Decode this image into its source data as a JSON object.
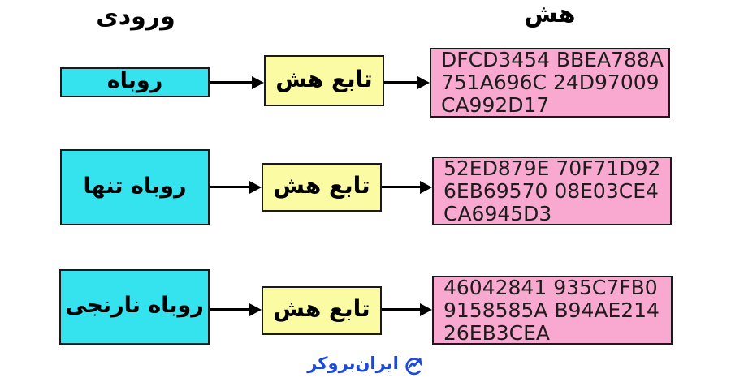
{
  "titles": {
    "input": "ورودی",
    "hash": "هش"
  },
  "rows": [
    {
      "input": "روباه",
      "function": "تابع هش",
      "hash_lines": [
        "DFCD3454 BBEA788A",
        "751A696C 24D97009",
        "CA992D17"
      ]
    },
    {
      "input": "روباه تنها",
      "function": "تابع هش",
      "hash_lines": [
        "52ED879E 70F71D92",
        "6EB69570 08E03CE4",
        "CA6945D3"
      ]
    },
    {
      "input": "روباه نارنجی",
      "function": "تابع هش",
      "hash_lines": [
        "46042841 935C7FB0",
        "9158585A B94AE214",
        "26EB3CEA"
      ]
    }
  ],
  "footer": {
    "logo_text": "ایران‌بروکر",
    "logo_icon": "trend-arrow-circle-icon"
  },
  "colors": {
    "background": "#FFFFFF",
    "input_box": "#35E3EF",
    "function_box": "#FBFBA3",
    "hash_box": "#F9A8D0",
    "box_border": "#1A1A1A",
    "arrow": "#000000",
    "text": "#000000",
    "hash_text": "#1D1D1D",
    "logo_blue": "#1B49D9"
  }
}
